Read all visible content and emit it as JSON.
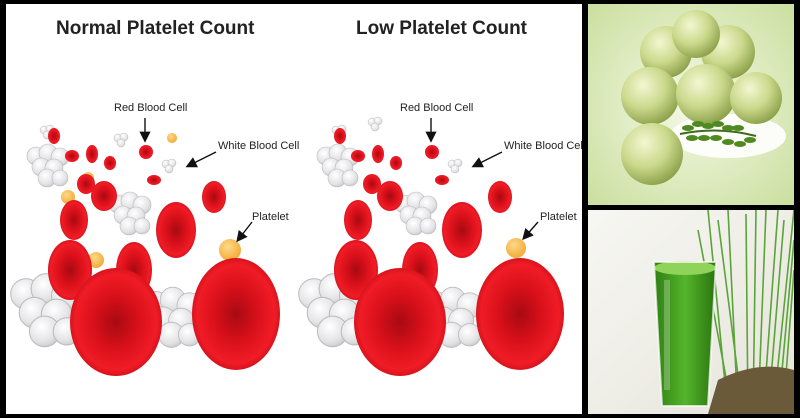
{
  "diagram": {
    "normal": {
      "title": "Normal Platelet Count",
      "labels": {
        "red_blood_cell": "Red Blood Cell",
        "white_blood_cell": "White Blood Cell",
        "platelet": "Platelet"
      }
    },
    "low": {
      "title": "Low Platelet Count",
      "labels": {
        "red_blood_cell": "Red Blood Cell",
        "white_blood_cell": "White Blood Cell",
        "platelet": "Platelet"
      }
    }
  },
  "colors": {
    "red_cell": "#e0101c",
    "red_cell_dark": "#b30a12",
    "white_cell": "#e8e8ea",
    "platelet": "#f5b449",
    "amla": "#c9d98a",
    "juice": "#3f9a1e"
  },
  "photos": {
    "top": "amla-fruits",
    "bottom": "wheatgrass-juice-glass"
  }
}
